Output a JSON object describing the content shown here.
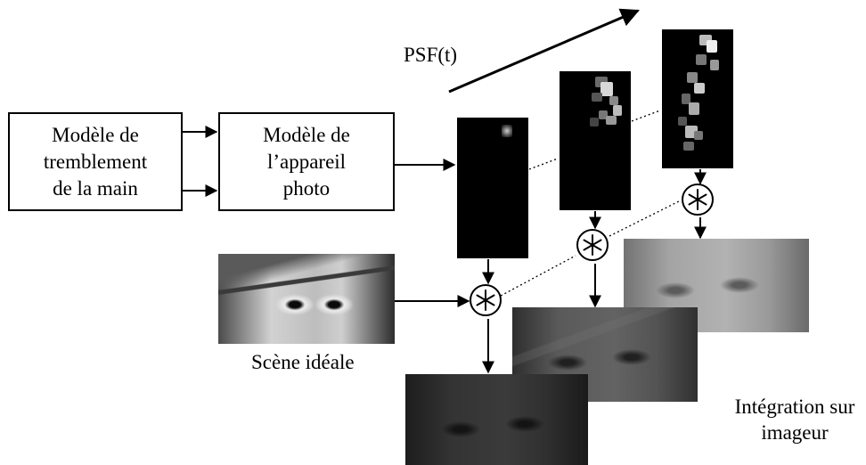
{
  "blocks": {
    "hand_model": {
      "lines": [
        "Modèle de",
        "tremblement",
        "de la main"
      ]
    },
    "camera_model": {
      "lines": [
        "Modèle de",
        "l’appareil",
        "photo"
      ]
    }
  },
  "labels": {
    "psf": "PSF(t)",
    "ideal_scene": "Scène idéale",
    "integration": [
      "Intégration sur",
      "imageur"
    ]
  },
  "operators": {
    "convolution": "convolution-symbol"
  },
  "icons": {
    "scene_photo": "portrait-image",
    "kernel": "psf-kernel-image"
  },
  "colors": {
    "line": "#000000",
    "background": "#ffffff",
    "kernel_bg": "#000000"
  }
}
